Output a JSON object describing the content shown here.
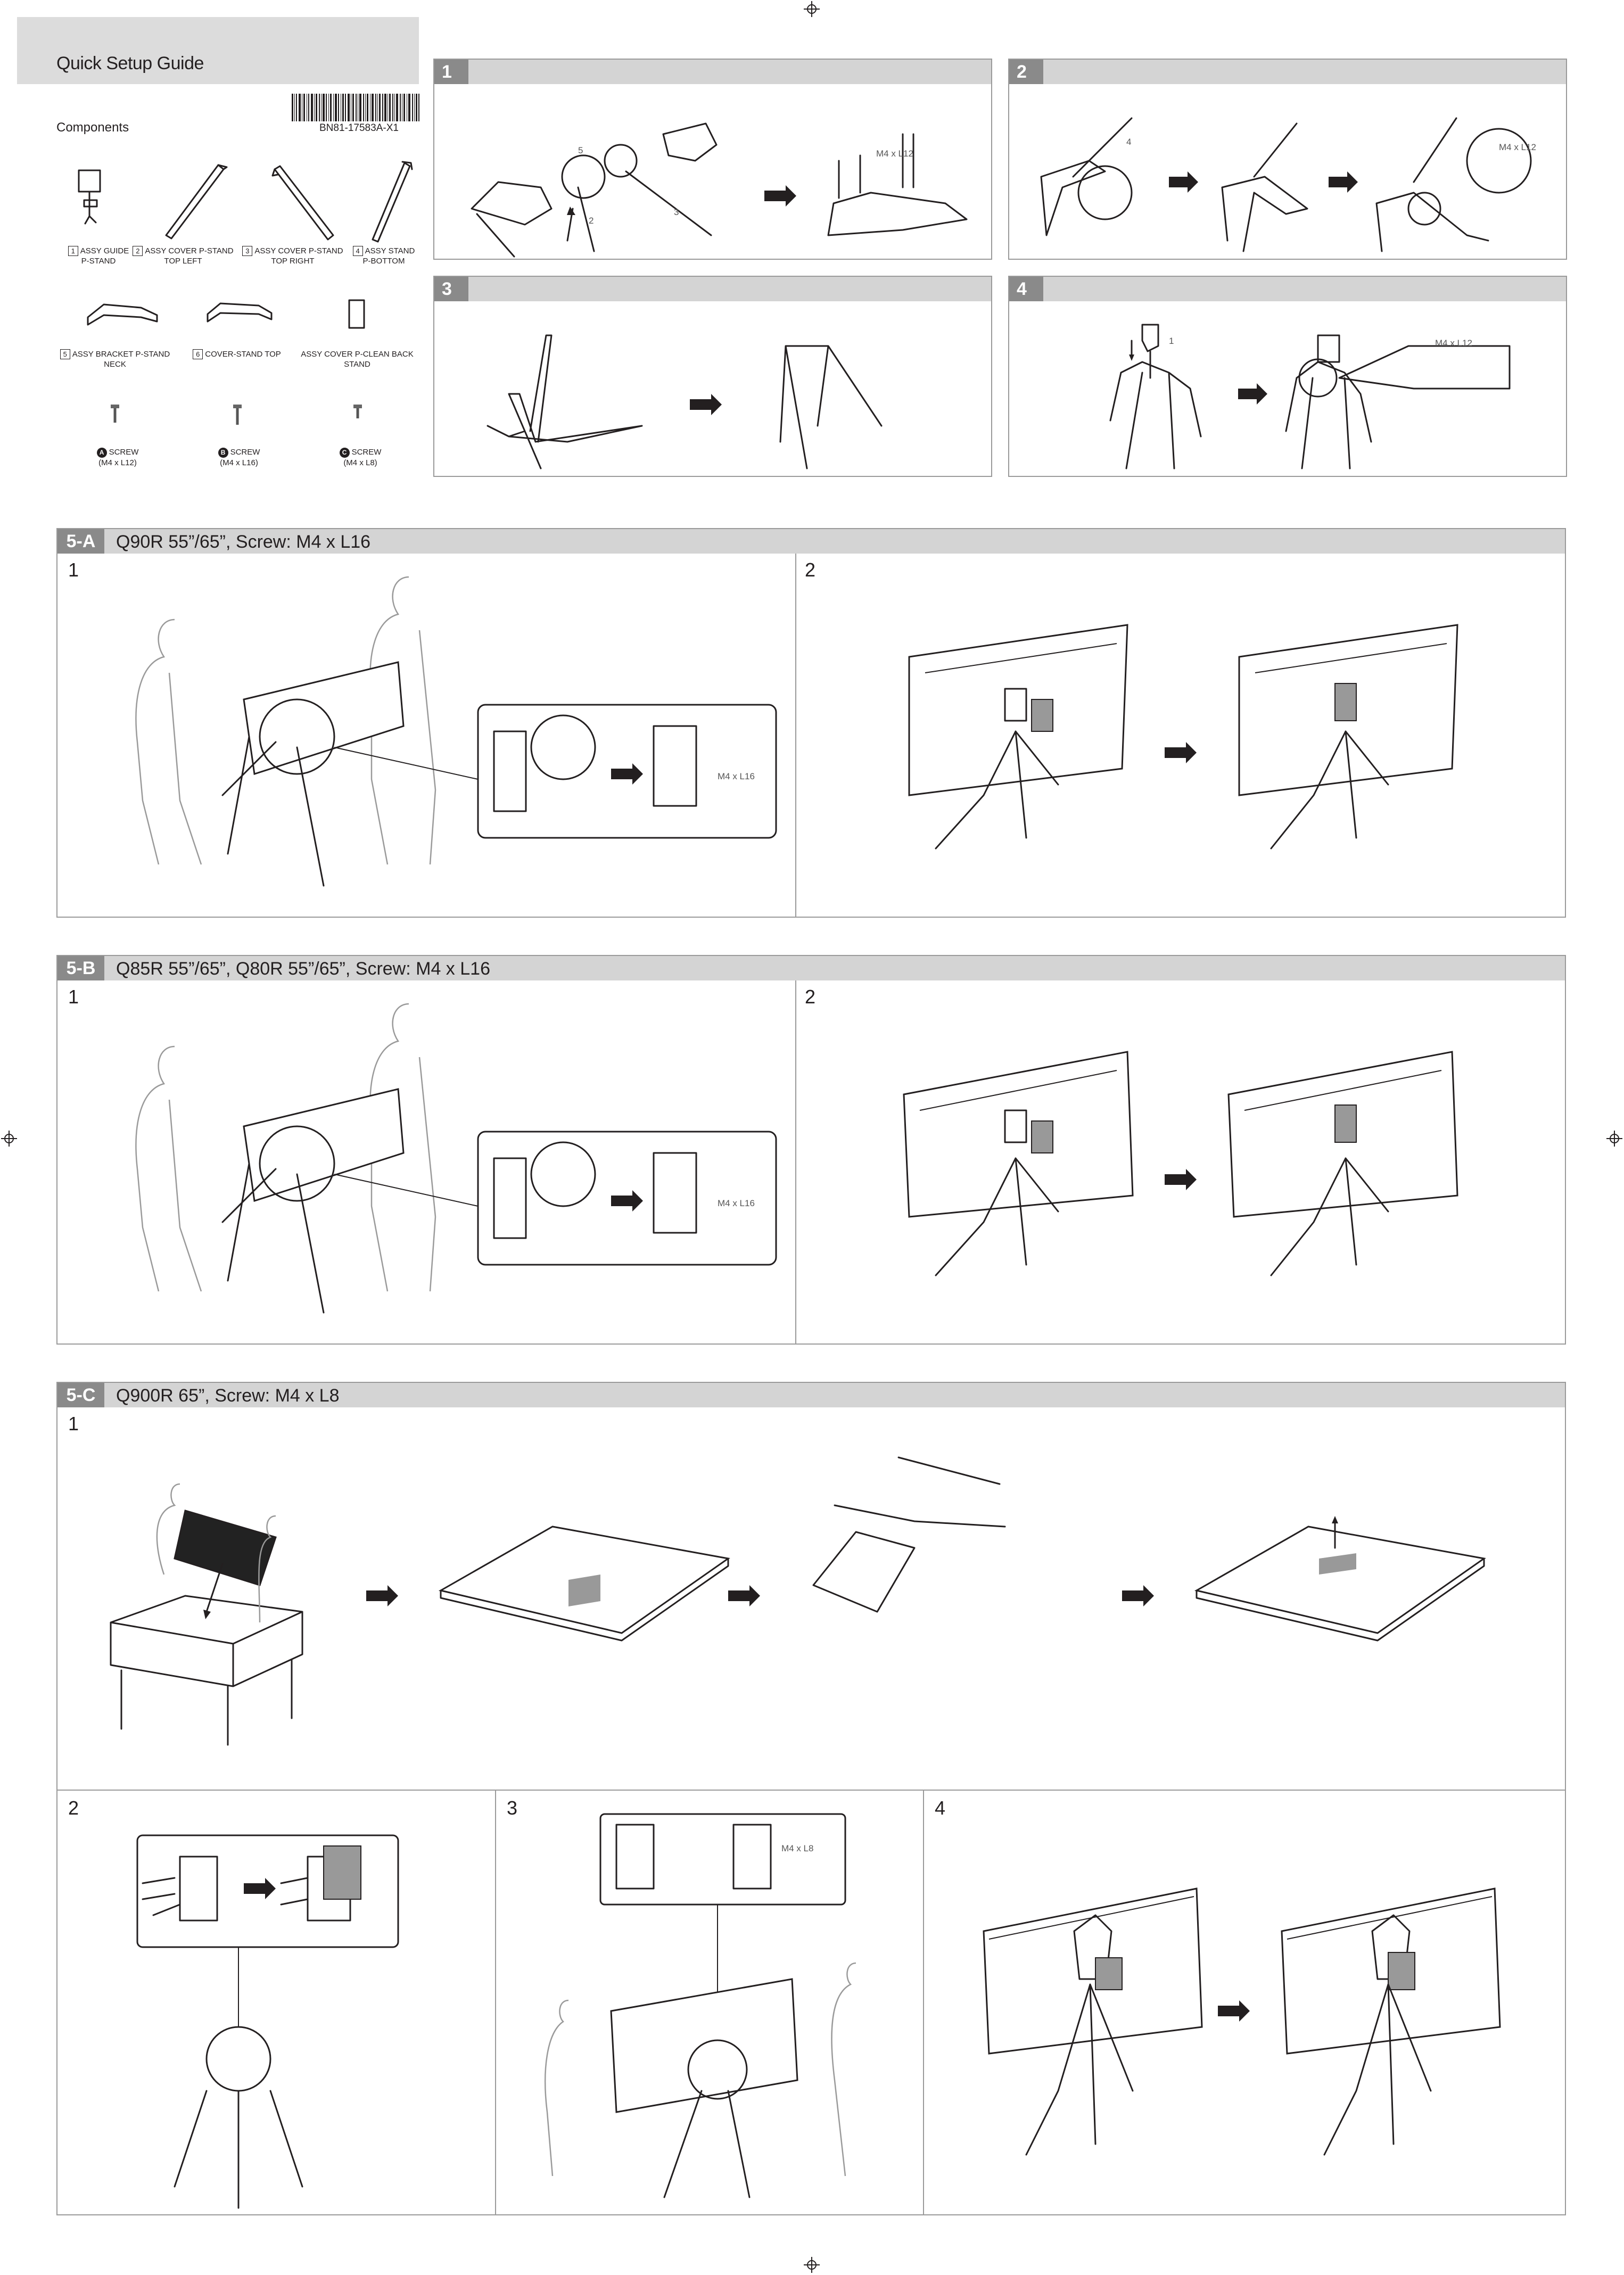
{
  "header": {
    "title": "Quick Setup Guide",
    "components_label": "Components",
    "part_number": "BN81-17583A-X1"
  },
  "components": [
    {
      "num": "1",
      "label_line1": "ASSY GUIDE",
      "label_line2": "P-STAND"
    },
    {
      "num": "2",
      "label_line1": "ASSY COVER P-STAND",
      "label_line2": "TOP LEFT"
    },
    {
      "num": "3",
      "label_line1": "ASSY COVER P-STAND",
      "label_line2": "TOP RIGHT"
    },
    {
      "num": "4",
      "label_line1": "ASSY STAND",
      "label_line2": "P-BOTTOM"
    },
    {
      "num": "5",
      "label_line1": "ASSY BRACKET P-STAND",
      "label_line2": "NECK"
    },
    {
      "num": "6",
      "label_line1": "COVER-STAND TOP",
      "label_line2": ""
    },
    {
      "num": "",
      "label_line1": "ASSY COVER P-CLEAN BACK",
      "label_line2": "STAND"
    }
  ],
  "screws": [
    {
      "letter": "A",
      "label_line1": "SCREW",
      "label_line2": "(M4 x L12)"
    },
    {
      "letter": "B",
      "label_line1": "SCREW",
      "label_line2": "(M4 x L16)"
    },
    {
      "letter": "C",
      "label_line1": "SCREW",
      "label_line2": "(M4 x L8)"
    }
  ],
  "steps": {
    "s1": {
      "num": "1",
      "callout_a": "M4 x L12",
      "c5": "5",
      "c2": "2",
      "c3": "3"
    },
    "s2": {
      "num": "2",
      "c4": "4",
      "callout_a": "M4 x L12"
    },
    "s3": {
      "num": "3"
    },
    "s4": {
      "num": "4",
      "c1": "1",
      "callout_a": "M4 x L12"
    }
  },
  "sections": {
    "a": {
      "tag": "5-A",
      "title": "Q90R 55”/65”, Screw: M4 x L16",
      "sub1": "1",
      "sub2": "2",
      "callout": "M4 x L16"
    },
    "b": {
      "tag": "5-B",
      "title": "Q85R 55”/65”, Q80R 55”/65”, Screw: M4 x L16",
      "sub1": "1",
      "sub2": "2",
      "callout": "M4 x L16"
    },
    "c": {
      "tag": "5-C",
      "title": "Q900R 65”, Screw: M4 x L8",
      "sub1": "1",
      "sub2": "2",
      "sub3": "3",
      "sub4": "4",
      "callout": "M4 x L8"
    }
  },
  "colors": {
    "header_bar": "#dcdcdc",
    "tag_fill": "#8a8a8a",
    "section_bar": "#d4d4d4",
    "border": "#9a9a9a",
    "ink": "#231f20"
  }
}
